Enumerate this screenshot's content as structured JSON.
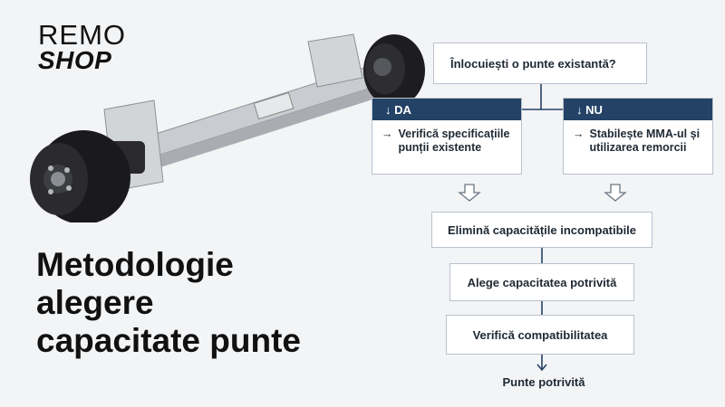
{
  "brand": {
    "line1": "REMO",
    "line2": "SHOP"
  },
  "headline": {
    "line1": "Metodologie",
    "line2": "alegere",
    "line3": "capacitate punte"
  },
  "flow": {
    "question": "Înlocuiești o punte existantă?",
    "yes": {
      "label": "↓ DA",
      "arrow": "→",
      "text": "Verifică specificațiile punții existente"
    },
    "no": {
      "label": "↓ NU",
      "arrow": "→",
      "text": "Stabilește MMA-ul și utilizarea remorcii"
    },
    "step1": "Elimină capacitățile incompatibile",
    "step2": "Alege capacitatea potrivită",
    "step3": "Verifică compatibilitatea",
    "result": "Punte potrivită"
  },
  "colors": {
    "header": "#244266",
    "connector": "#244266",
    "box_border": "#b9c2cc"
  }
}
